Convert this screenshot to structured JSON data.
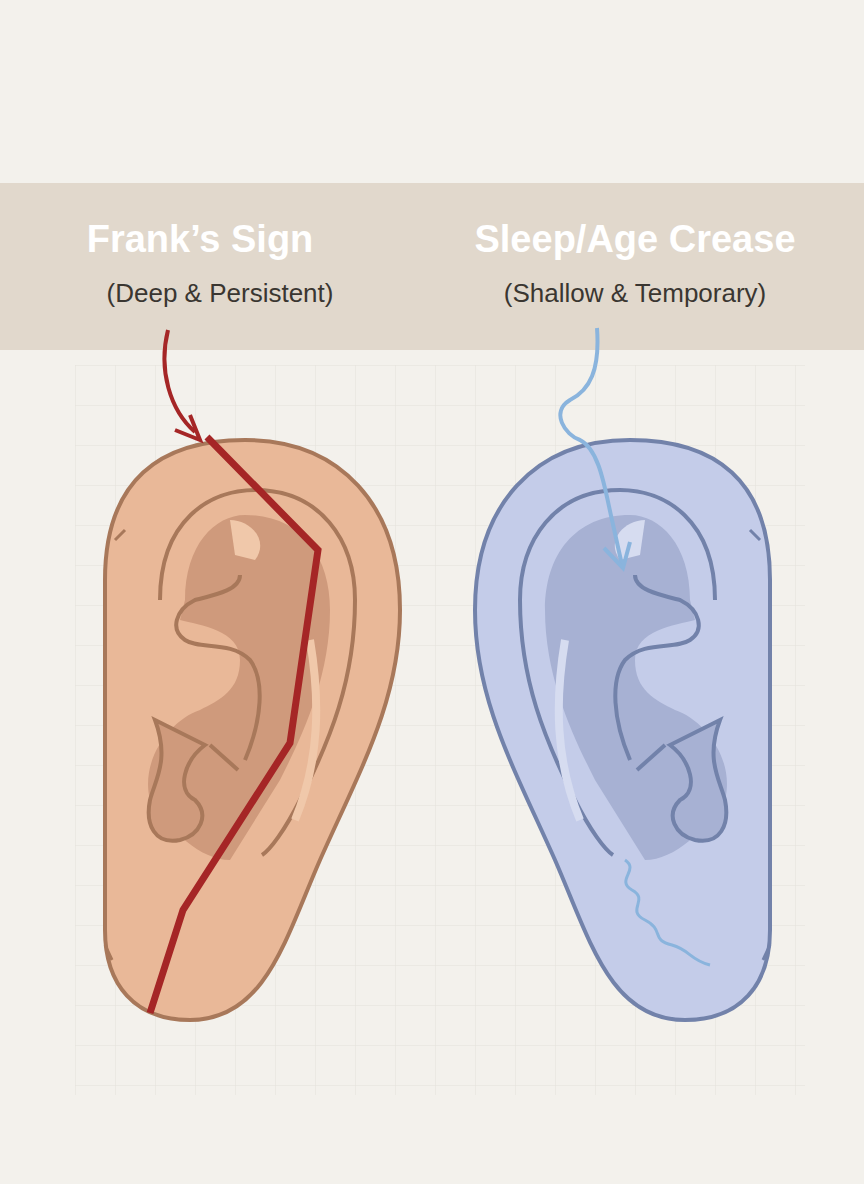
{
  "diagram": {
    "nodes": [
      {
        "text": [
          "Frank’s Sign",
          "(Deep & Persistent)",
          "Sleep/Age Crease",
          "(Shallow & Temporary)"
        ]
      }
    ]
  }
}
